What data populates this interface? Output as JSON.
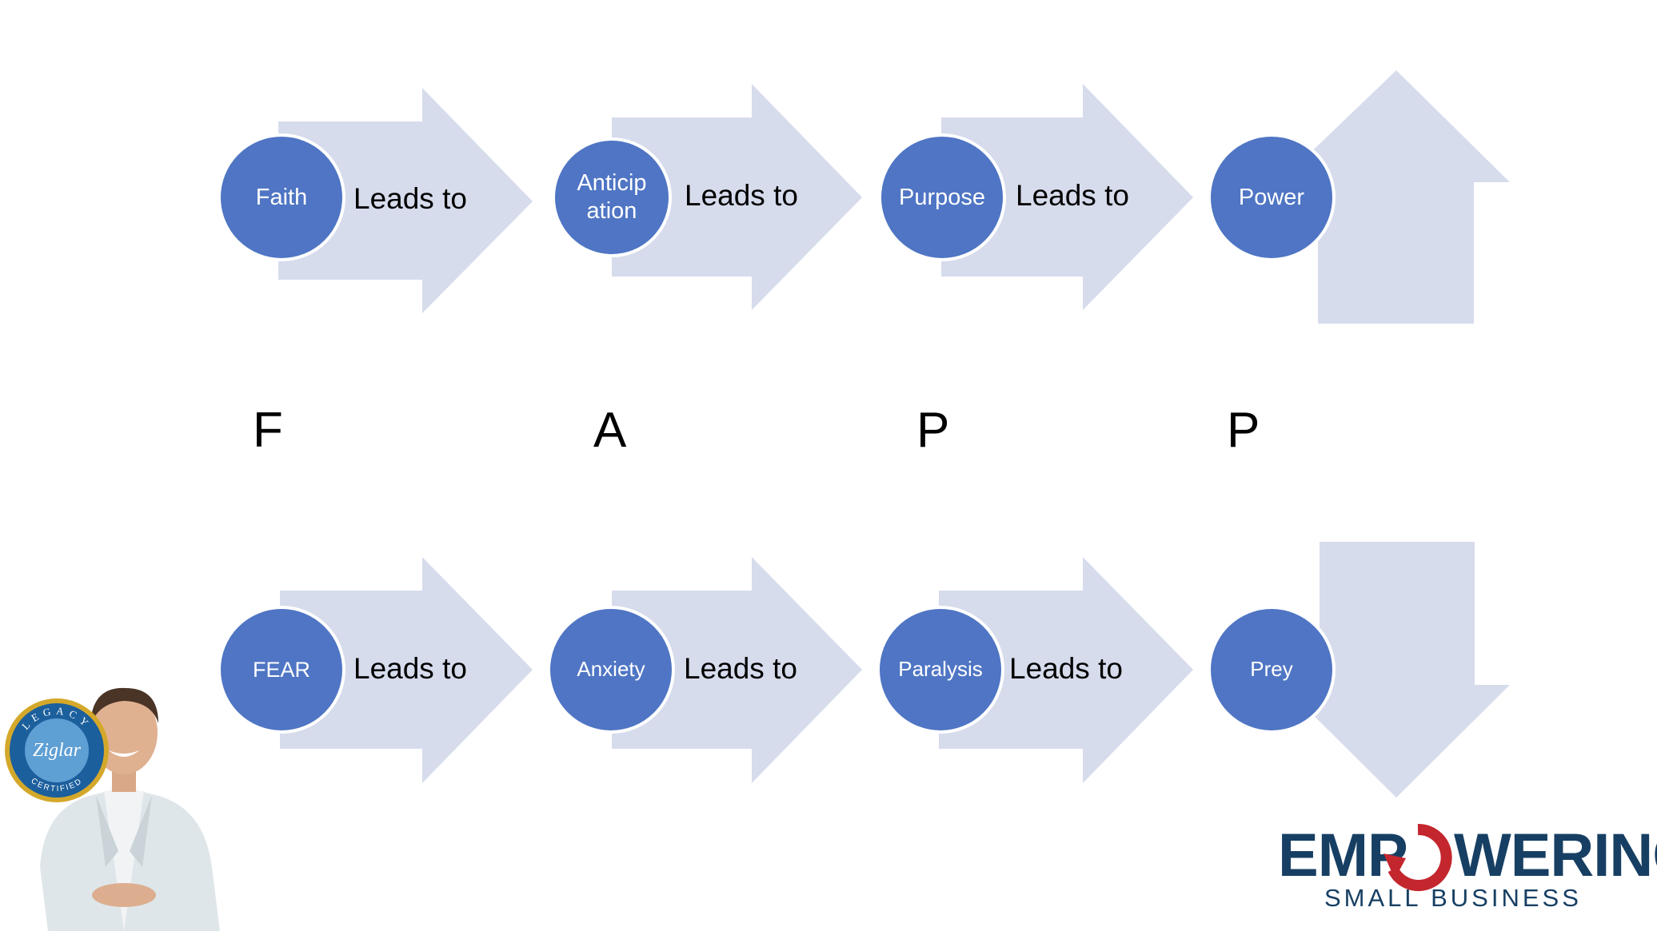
{
  "diagram": {
    "top_row": [
      {
        "label": "Faith",
        "connector": "Leads to"
      },
      {
        "label": "Anticipation",
        "connector": "Leads to"
      },
      {
        "label": "Purpose",
        "connector": "Leads to"
      },
      {
        "label": "Power"
      }
    ],
    "acronym_letters": [
      "F",
      "A",
      "P",
      "P"
    ],
    "bottom_row": [
      {
        "label": "FEAR",
        "connector": "Leads to"
      },
      {
        "label": "Anxiety",
        "connector": "Leads to"
      },
      {
        "label": "Paralysis",
        "connector": "Leads to"
      },
      {
        "label": "Prey"
      }
    ]
  },
  "badge": {
    "top_text": "LEGACY",
    "center_text": "Ziglar",
    "bottom_text": "CERTIFIED"
  },
  "logo": {
    "word_left": "EMP",
    "word_right": "WERING",
    "subtitle": "SMALL BUSINESS"
  },
  "colors": {
    "circle": "#4f75c4",
    "arrow": "#d6dcec",
    "logo_text": "#173f63",
    "logo_accent": "#c4262e",
    "badge_gold": "#d4a82a",
    "badge_blue": "#1c5f9d"
  }
}
